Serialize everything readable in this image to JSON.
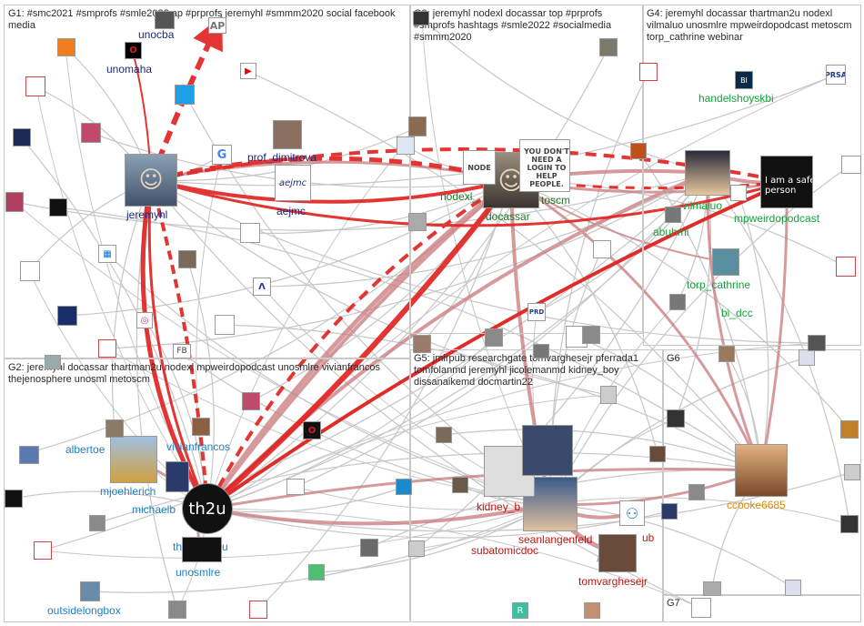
{
  "colors": {
    "edge_gray": "#b9b9b9",
    "edge_red": "#e0201e",
    "edge_pink": "#c9797b",
    "g1_label": "#1b2a7a",
    "g2_label": "#1f7fc6",
    "g3_label": "#1f7a2a",
    "g4_label": "#15a23a",
    "g5_label": "#c21414",
    "g6_label": "#e08a00",
    "g7_label": "#333333"
  },
  "groups": [
    {
      "id": "g1",
      "label": "G1: #smc2021 #smprofs #smle2022 ap #prprofs jeremyhl #smmm2020 social facebook media"
    },
    {
      "id": "g2",
      "label": "G2: jeremyhl docassar thartman2u nodexl mpweirdopodcast unosmlre vivianfrancos thejenosphere unosml metoscm"
    },
    {
      "id": "g3",
      "label": "G3: jeremyhl nodexl docassar top #prprofs #smprofs hashtags #smle2022 #socialmedia #smmm2020"
    },
    {
      "id": "g4",
      "label": "G4: jeremyhl docassar thartman2u nodexl vilmaluo unosmlre mpweirdopodcast metoscm torp_cathrine webinar"
    },
    {
      "id": "g5",
      "label": "G5: jmirpub researchgate tomvarghesejr pferrada1 tomfolanmd jeremyhl jicolemanmd kidney_boy dissanaikemd docmartin22"
    },
    {
      "id": "g6",
      "label": "G6"
    },
    {
      "id": "g7",
      "label": "G7"
    }
  ],
  "labels": {
    "unocba": "unocba",
    "unomaha": "unomaha",
    "jeremyhl": "jeremyhl",
    "prof_dimitrova": "prof_dimitrova",
    "aejmc": "aejmc",
    "nodexl": "nodexl_",
    "docassar": "docassar",
    "metoscm": "toscm",
    "handelshoyskbi": "handelshoyskbi",
    "vilmaluo": "vilmaluo",
    "mpweirdopodcast": "mpweirdopodcast",
    "abuhmi": "abuhmi",
    "torp_cathrine": "torp_cathrine",
    "bi_dcc": "bi_dcc",
    "albertoe": "albertoe",
    "vivianfrancos": "vivianfrancos",
    "mjoehlerich": "mjoehlerich",
    "michaelb": "michaelb",
    "thartman2u": "thartman2u",
    "unosmlre": "unosmlre",
    "outsidelongbox": "outsidelongbox",
    "kidney_b": "kidney_b",
    "seanlangenfeld": "seanlangenfeld",
    "subatomicdoc": "subatomicdoc",
    "jmirpub": "ub",
    "tomvarghesejr": "tomvarghesejr",
    "ccooke6685": "ccooke6685"
  },
  "node_texts": {
    "ap": "AP",
    "th2u": "th2u",
    "aejmc_logo": "aejmc",
    "google": "G",
    "iam_safe": "I am a safe person",
    "you_dont": "YOU DON'T NEED A LOGIN TO HELP PEOPLE.",
    "prsa": "PRSA",
    "bi": "BI",
    "prd": "PRD",
    "facebook": "FB",
    "r_logo": "R",
    "cnodexl": "NODE"
  }
}
